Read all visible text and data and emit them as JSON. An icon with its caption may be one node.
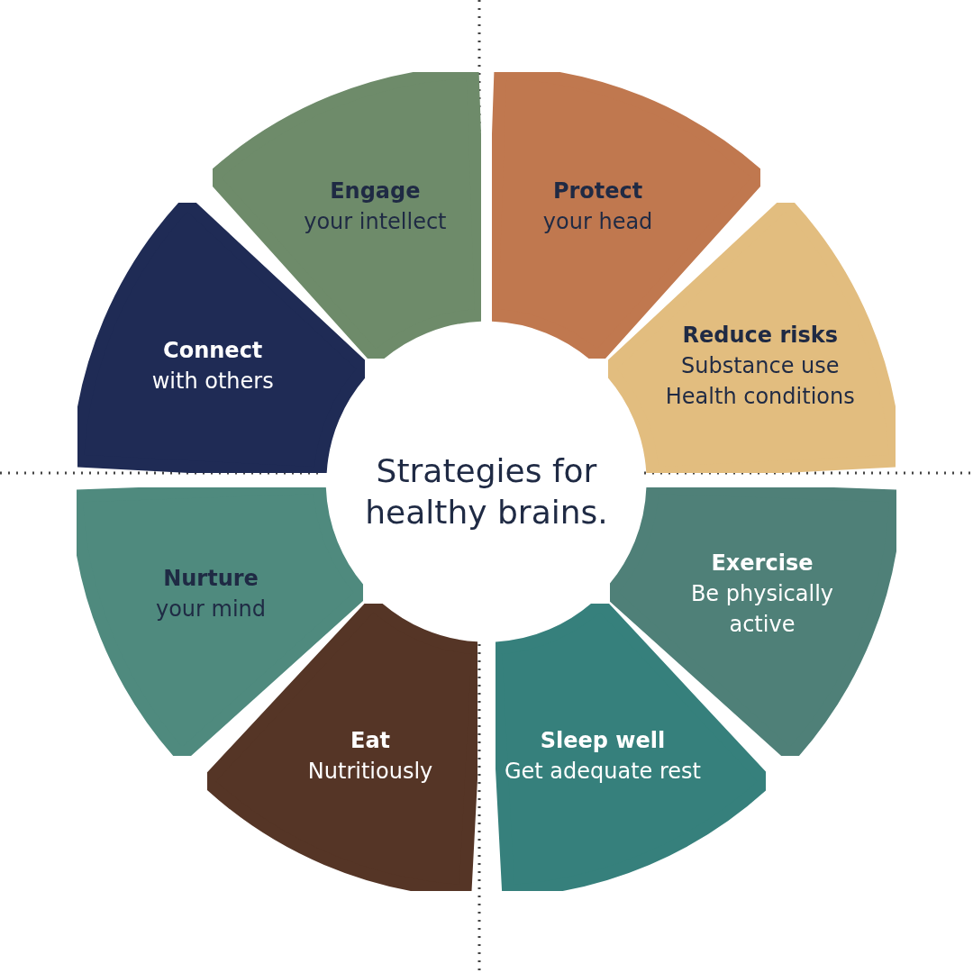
{
  "diagram": {
    "title": "Strategies for healthy brains.",
    "nodes": [
      {
        "text": [
          "Engage",
          "your intellect"
        ]
      },
      {
        "text": [
          "Protect",
          "your head"
        ]
      },
      {
        "text": [
          "Connect",
          "with others"
        ]
      },
      {
        "text": [
          "Reduce risks",
          "Substance use Health conditions"
        ]
      },
      {
        "text": [
          "Nurture",
          "your mind"
        ]
      },
      {
        "text": [
          "Exercise",
          "Be physically active"
        ]
      },
      {
        "text": [
          "Eat",
          "Nutritiously"
        ]
      },
      {
        "text": [
          "Sleep well",
          "Get adequate rest"
        ]
      }
    ]
  }
}
